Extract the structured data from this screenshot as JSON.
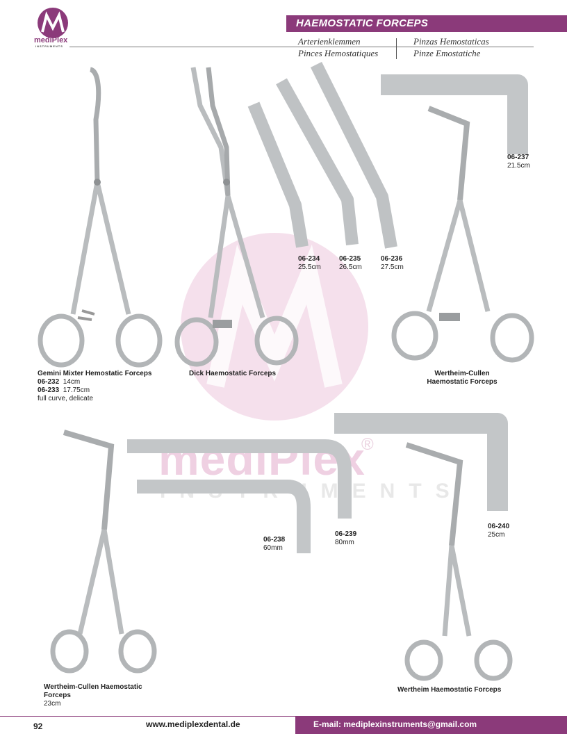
{
  "brand": {
    "logo_text": "mediPlex",
    "logo_sub": "INSTRUMENTS",
    "watermark_text": "mediPlex",
    "watermark_sub": "INSTRUMENTS",
    "registered": "®"
  },
  "header": {
    "title": "HAEMOSTATIC FORCEPS",
    "lang_de": "Arterienklemmen",
    "lang_fr": "Pinces Hemostatiques",
    "lang_es": "Pinzas Hemostaticas",
    "lang_it": "Pinze Emostatiche"
  },
  "products": {
    "gemini": {
      "name": "Gemini Mixter Hemostatic Forceps",
      "code1": "06-232",
      "size1": "14cm",
      "code2": "06-233",
      "size2": "17.75cm",
      "note": "full curve, delicate"
    },
    "dick": {
      "name": "Dick Haemostatic Forceps"
    },
    "p234": {
      "code": "06-234",
      "size": "25.5cm"
    },
    "p235": {
      "code": "06-235",
      "size": "26.5cm"
    },
    "p236": {
      "code": "06-236",
      "size": "27.5cm"
    },
    "p237": {
      "code": "06-237",
      "size": "21.5cm"
    },
    "wertheim_cullen_top": {
      "name_line1": "Wertheim-Cullen",
      "name_line2": "Haemostatic Forceps"
    },
    "p238": {
      "code": "06-238",
      "size": "60mm"
    },
    "p239": {
      "code": "06-239",
      "size": "80mm"
    },
    "p240": {
      "code": "06-240",
      "size": "25cm"
    },
    "wertheim_cullen_bottom": {
      "name_line1": "Wertheim-Cullen Haemostatic",
      "name_line2": "Forceps",
      "size": "23cm"
    },
    "wertheim": {
      "name": "Wertheim Haemostatic Forceps"
    }
  },
  "footer": {
    "page": "92",
    "website": "www.mediplexdental.de",
    "email": "E-mail: mediplexinstruments@gmail.com"
  },
  "colors": {
    "brand": "#8b3a7a",
    "steel": "#b9bcbe",
    "watermark": "#e9c6dc"
  }
}
